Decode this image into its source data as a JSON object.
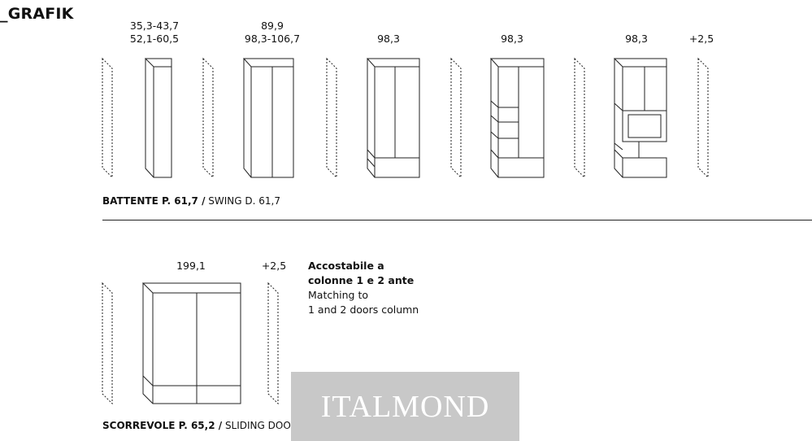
{
  "brand": "_GRAFIK",
  "swing": {
    "dims": [
      {
        "lines": [
          "35,3-43,7",
          "52,1-60,5"
        ]
      },
      {
        "lines": [
          "89,9",
          "98,3-106,7"
        ]
      },
      {
        "lines": [
          "98,3"
        ]
      },
      {
        "lines": [
          "98,3"
        ]
      },
      {
        "lines": [
          "98,3"
        ]
      },
      {
        "lines": [
          "+2,5"
        ]
      }
    ],
    "caption_bold": "BATTENTE P. 61,7 /",
    "caption_rest": " SWING D. 61,7"
  },
  "sliding": {
    "dims": [
      {
        "lines": [
          "199,1"
        ]
      },
      {
        "lines": [
          "+2,5"
        ]
      }
    ],
    "note_it": [
      "Accostabile a",
      "colonne 1 e 2 ante"
    ],
    "note_en": [
      "Matching to",
      "1 and 2 doors column"
    ],
    "caption_bold": "SCORREVOLE P. 65,2 /",
    "caption_rest": " SLIDING DOORS D. 65,2"
  },
  "watermark": "ITALMOND"
}
